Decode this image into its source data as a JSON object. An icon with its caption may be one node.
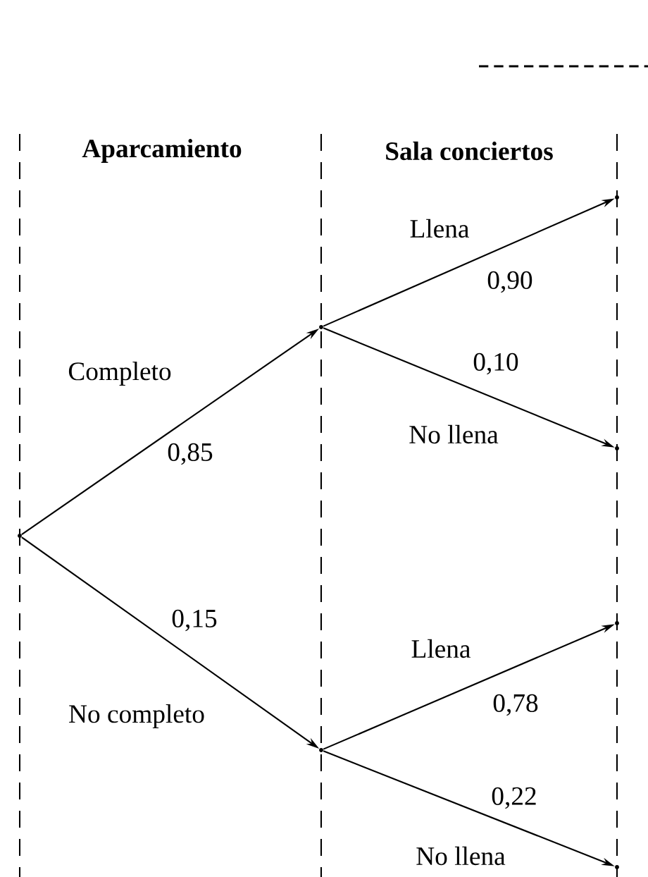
{
  "diagram": {
    "nodes": [
      {
        "text": [],
        "shape": "point"
      },
      {
        "text": [],
        "shape": "point"
      },
      {
        "text": [],
        "shape": "point"
      },
      {
        "text": [],
        "shape": "point"
      },
      {
        "text": [],
        "shape": "point"
      },
      {
        "text": [],
        "shape": "point"
      },
      {
        "text": [],
        "shape": "point"
      }
    ],
    "edges": [
      {
        "from": 0,
        "to": 1,
        "arrow": "to",
        "label": "Completo"
      },
      {
        "from": 1,
        "to": 3,
        "arrow": "to",
        "label": "Llena"
      },
      {
        "from": 1,
        "to": 4,
        "arrow": "to",
        "label": "No llena"
      },
      {
        "from": 0,
        "to": 2,
        "arrow": "to",
        "label": "No completo"
      },
      {
        "from": 2,
        "to": 5,
        "arrow": "to",
        "label": "Llena"
      },
      {
        "from": 2,
        "to": 6,
        "arrow": "to",
        "label": "No llena"
      }
    ],
    "labels": [
      "Aparcamiento",
      "Sala conciertos",
      "0,90",
      "0,10",
      "0,85",
      "0,15",
      "0,78",
      "0,22"
    ]
  }
}
